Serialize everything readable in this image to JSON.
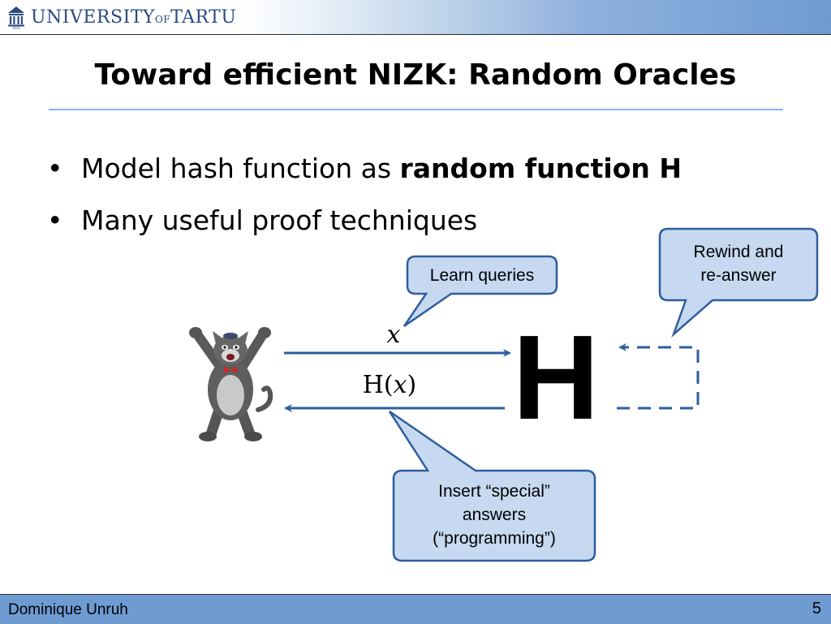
{
  "header": {
    "logo_main": "UNIVERSITY",
    "logo_of": "OF",
    "logo_city": "TARTU",
    "logo_year": "1632"
  },
  "slide": {
    "title": "Toward efficient NIZK:  Random Oracles",
    "bullets": [
      {
        "normal": "Model hash function as ",
        "bold": "random function H"
      },
      {
        "normal": "Many useful proof techniques",
        "bold": ""
      }
    ]
  },
  "diagram": {
    "query_label": "x",
    "answer_label_prefix": "H(",
    "answer_label_var": "x",
    "answer_label_suffix": ")",
    "oracle_label": "H",
    "callouts": {
      "learn": "Learn queries",
      "rewind_line1": "Rewind and",
      "rewind_line2": "re-answer",
      "insert_line1": "Insert “special”",
      "insert_line2": "answers",
      "insert_line3": "(“programming”)"
    },
    "colors": {
      "arrow": "#2e5e9c",
      "callout_fill": "#c6d9f1",
      "callout_stroke": "#2e5e9c"
    }
  },
  "footer": {
    "author": "Dominique Unruh",
    "page": "5"
  }
}
